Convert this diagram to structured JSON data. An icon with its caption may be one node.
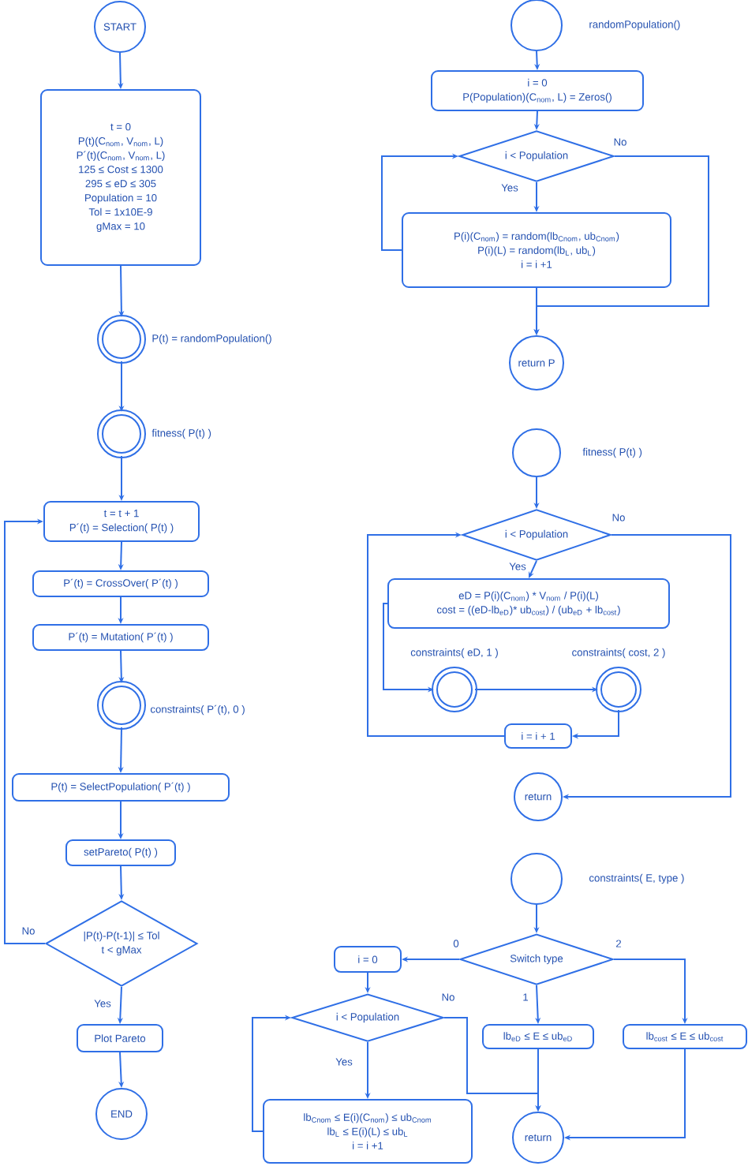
{
  "diagram": {
    "nodes": [
      {
        "text": [
          "START"
        ]
      },
      {
        "text": [
          "t = 0",
          "P(t)(C$_{nom}$, V$_{nom}$, L)",
          "P´(t)(C$_{nom}$, V$_{nom}$, L)",
          "125 ≤ Cost ≤ 1300",
          "295 ≤ eD ≤ 305",
          "Population = 10",
          "Tol = 1x10E-9",
          "gMax = 10"
        ]
      },
      {
        "text": [],
        "shape": "circle",
        "beside": [
          "P(t) = randomPopulation()"
        ]
      },
      {
        "text": [],
        "shape": "circle",
        "beside": [
          "fitness( P(t) )"
        ]
      },
      {
        "text": [
          "t = t + 1",
          "P´(t) = Selection( P(t) )"
        ]
      },
      {
        "text": [
          "P´(t) = CrossOver( P´(t) )"
        ]
      },
      {
        "text": [
          "P´(t) = Mutation( P´(t) )"
        ]
      },
      {
        "text": [],
        "shape": "circle",
        "beside": [
          "constraints( P´(t), 0 )"
        ]
      },
      {
        "text": [
          "P(t) = SelectPopulation( P´(t) )"
        ]
      },
      {
        "text": [
          "setPareto( P(t) )"
        ]
      },
      {
        "text": [
          "|P(t)-P(t-1)| ≤ Tol",
          "t < gMax"
        ]
      },
      {
        "text": [
          "Plot Pareto"
        ]
      },
      {
        "text": [
          "END"
        ]
      },
      {
        "text": [],
        "shape": "circle",
        "beside": [
          "randomPopulation()"
        ]
      },
      {
        "text": [
          "i = 0",
          "P(Population)(C$_{nom}$, L) = Zeros()"
        ]
      },
      {
        "text": [
          "i < Population"
        ]
      },
      {
        "text": [
          "P(i)(C$_{nom}$) = random(lb$_{Cnom}$, ub$_{Cnom}$)",
          "P(i)(L) = random(lb$_{L}$, ub$_{L}$)",
          "i = i +1"
        ]
      },
      {
        "text": [
          "return P"
        ]
      },
      {
        "text": [],
        "shape": "circle",
        "beside": [
          "fitness( P(t) )"
        ]
      },
      {
        "text": [
          "i < Population"
        ]
      },
      {
        "text": [
          "eD = P(i)(C$_{nom}$) * V$_{nom}$ / P(i)(L)",
          "cost = ((eD-lb$_{eD}$)* ub$_{cost}$) / (ub$_{eD}$ + lb$_{cost}$)"
        ]
      },
      {
        "text": [],
        "shape": "circle",
        "beside": [
          "constraints( eD, 1 )"
        ]
      },
      {
        "text": [],
        "shape": "circle",
        "beside": [
          "constraints( cost, 2 )"
        ]
      },
      {
        "text": [
          "i = i + 1"
        ]
      },
      {
        "text": [
          "return"
        ]
      },
      {
        "text": [],
        "shape": "circle",
        "beside": [
          "constraints( E, type )"
        ]
      },
      {
        "text": [
          "Switch type"
        ]
      },
      {
        "text": [
          "i = 0"
        ]
      },
      {
        "text": [
          "i < Population"
        ]
      },
      {
        "text": [
          "lb$_{Cnom}$ ≤ E(i)(C$_{nom}$) ≤ ub$_{Cnom}$",
          "lb$_{L}$ ≤ E(i)(L) ≤ ub$_{L}$",
          "i = i +1"
        ]
      },
      {
        "text": [
          "lb$_{eD}$ ≤  E ≤  ub$_{eD}$"
        ]
      },
      {
        "text": [
          "lb$_{cost}$ ≤  E ≤  ub$_{cost}$"
        ]
      },
      {
        "text": [
          "return"
        ]
      }
    ],
    "edges": [
      {
        "from": 0,
        "to": 1,
        "arrow": "to"
      },
      {
        "from": 1,
        "to": 2,
        "arrow": "to"
      },
      {
        "from": 2,
        "to": 3,
        "arrow": "to"
      },
      {
        "from": 3,
        "to": 4,
        "arrow": "to"
      },
      {
        "from": 4,
        "to": 5,
        "arrow": "to"
      },
      {
        "from": 5,
        "to": 6,
        "arrow": "to"
      },
      {
        "from": 6,
        "to": 7,
        "arrow": "to"
      },
      {
        "from": 7,
        "to": 8,
        "arrow": "to"
      },
      {
        "from": 8,
        "to": 9,
        "arrow": "to"
      },
      {
        "from": 9,
        "to": 10,
        "arrow": "to"
      },
      {
        "from": 10,
        "to": 11,
        "arrow": "to",
        "label": "Yes"
      },
      {
        "from": 11,
        "to": 12,
        "arrow": "to"
      },
      {
        "from": 10,
        "to": 4,
        "arrow": "to",
        "label": "No"
      },
      {
        "from": 13,
        "to": 14,
        "arrow": "to"
      },
      {
        "from": 14,
        "to": 15,
        "arrow": "to"
      },
      {
        "from": 15,
        "to": 16,
        "arrow": "to",
        "label": "Yes"
      },
      {
        "from": 16,
        "to": 15,
        "arrow": "to"
      },
      {
        "from": 15,
        "to": 17,
        "arrow": "to",
        "label": "No"
      },
      {
        "from": 16,
        "to": 17,
        "arrow": "to"
      },
      {
        "from": 18,
        "to": 19,
        "arrow": "to"
      },
      {
        "from": 19,
        "to": 20,
        "arrow": "to",
        "label": "Yes"
      },
      {
        "from": 20,
        "to": 21,
        "arrow": "to"
      },
      {
        "from": 21,
        "to": 22,
        "arrow": "to"
      },
      {
        "from": 22,
        "to": 23,
        "arrow": "to"
      },
      {
        "from": 23,
        "to": 19,
        "arrow": "to"
      },
      {
        "from": 19,
        "to": 24,
        "arrow": "to",
        "label": "No"
      },
      {
        "from": 25,
        "to": 26,
        "arrow": "to"
      },
      {
        "from": 26,
        "to": 27,
        "arrow": "to",
        "label": "0"
      },
      {
        "from": 26,
        "to": 30,
        "arrow": "to",
        "label": "1"
      },
      {
        "from": 26,
        "to": 31,
        "arrow": "to",
        "label": "2"
      },
      {
        "from": 27,
        "to": 28,
        "arrow": "to"
      },
      {
        "from": 28,
        "to": 29,
        "arrow": "to",
        "label": "Yes"
      },
      {
        "from": 29,
        "to": 28,
        "arrow": "to"
      },
      {
        "from": 28,
        "to": 32,
        "arrow": "to",
        "label": "No"
      },
      {
        "from": 30,
        "to": 32,
        "arrow": "to"
      },
      {
        "from": 31,
        "to": 32,
        "arrow": "to"
      }
    ]
  }
}
